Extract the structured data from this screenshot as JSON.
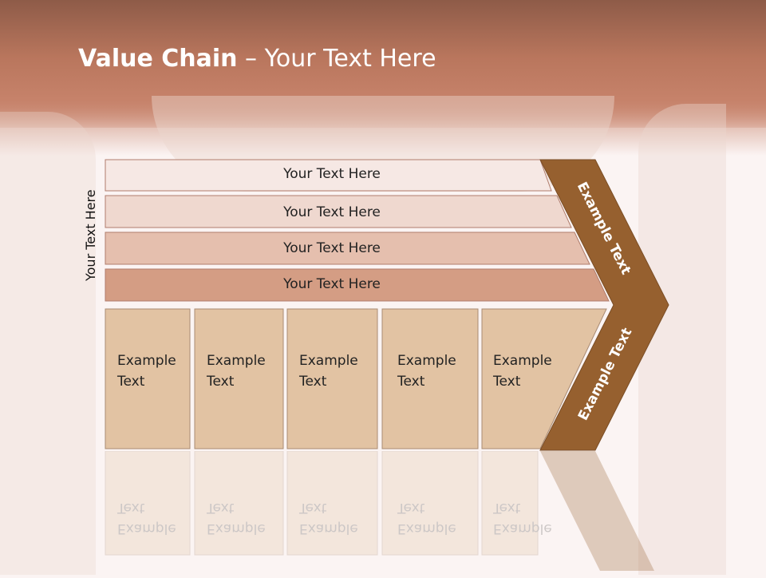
{
  "slide": {
    "title_bold": "Value Chain",
    "title_rest": " – Your Text Here",
    "vertical_label": "Your Text Here"
  },
  "bars": [
    {
      "label": "Your Text Here",
      "color": "#f6e8e4"
    },
    {
      "label": "Your Text Here",
      "color": "#efd8cf"
    },
    {
      "label": "Your Text Here",
      "color": "#e5bfae"
    },
    {
      "label": "Your Text Here",
      "color": "#d49d84"
    }
  ],
  "cells": [
    {
      "line1": "Example",
      "line2": "Text"
    },
    {
      "line1": "Example",
      "line2": "Text"
    },
    {
      "line1": "Example",
      "line2": "Text"
    },
    {
      "line1": "Example",
      "line2": "Text"
    },
    {
      "line1": "Example",
      "line2": "Text"
    }
  ],
  "chevron": {
    "top_label": "Example Text",
    "bottom_label": "Example Text",
    "color": "#96602f"
  },
  "colors": {
    "cell_fill": "#e2c3a3",
    "cell_border": "#a98b73"
  }
}
